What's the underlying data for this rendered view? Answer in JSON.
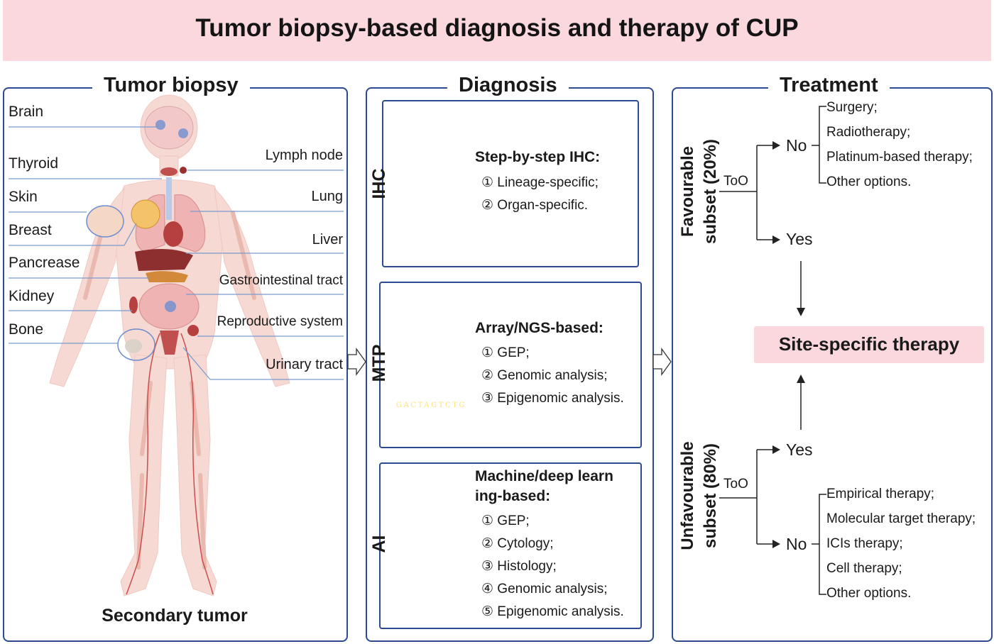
{
  "title": "Tumor biopsy-based diagnosis and therapy of CUP",
  "biopsy": {
    "title": "Tumor biopsy",
    "footer": "Secondary tumor",
    "left_labels": [
      "Brain",
      "Thyroid",
      "Skin",
      "Breast",
      "Pancrease",
      "Kidney",
      "Bone"
    ],
    "right_labels": [
      "Lymph node",
      "Lung",
      "Liver",
      "Gastrointestinal tract",
      "Reproductive system",
      "Urinary tract"
    ]
  },
  "diagnosis": {
    "title": "Diagnosis",
    "ihc": {
      "label": "IHC",
      "heading": "Step-by-step IHC:",
      "items": [
        "① Lineage-specific;",
        "② Organ-specific."
      ]
    },
    "mtp": {
      "label": "MTP",
      "heading": "Array/NGS-based:",
      "items": [
        "① GEP;",
        "② Genomic analysis;",
        "③ Epigenomic analysis."
      ],
      "bases": "GACTAGTCTG"
    },
    "ai": {
      "label": "AI",
      "heading_line1": "Machine/deep learn",
      "heading_line2": "ing-based:",
      "items": [
        "① GEP;",
        "② Cytology;",
        "③ Histology;",
        "④ Genomic analysis;",
        "⑤ Epigenomic analysis."
      ]
    }
  },
  "treatment": {
    "title": "Treatment",
    "favourable": {
      "line1": "Favourable",
      "line2": "subset (20%)",
      "too": "ToO",
      "no": "No",
      "yes": "Yes",
      "options": [
        "Surgery;",
        "Radiotherapy;",
        "Platinum-based therapy;",
        "Other options."
      ]
    },
    "site_specific": "Site-specific therapy",
    "unfavourable": {
      "line1": "Unfavourable",
      "line2": "subset (80%)",
      "too": "ToO",
      "yes": "Yes",
      "no": "No",
      "options": [
        "Empirical therapy;",
        "Molecular target therapy;",
        "ICIs therapy;",
        "Cell therapy;",
        "Other options."
      ]
    }
  },
  "colors": {
    "title_bg": "#fad8de",
    "panel_border": "#2c4a8f",
    "site_bg": "#fad8de",
    "body_fill": "#f6d9d3",
    "organ_red": "#c0504d"
  }
}
